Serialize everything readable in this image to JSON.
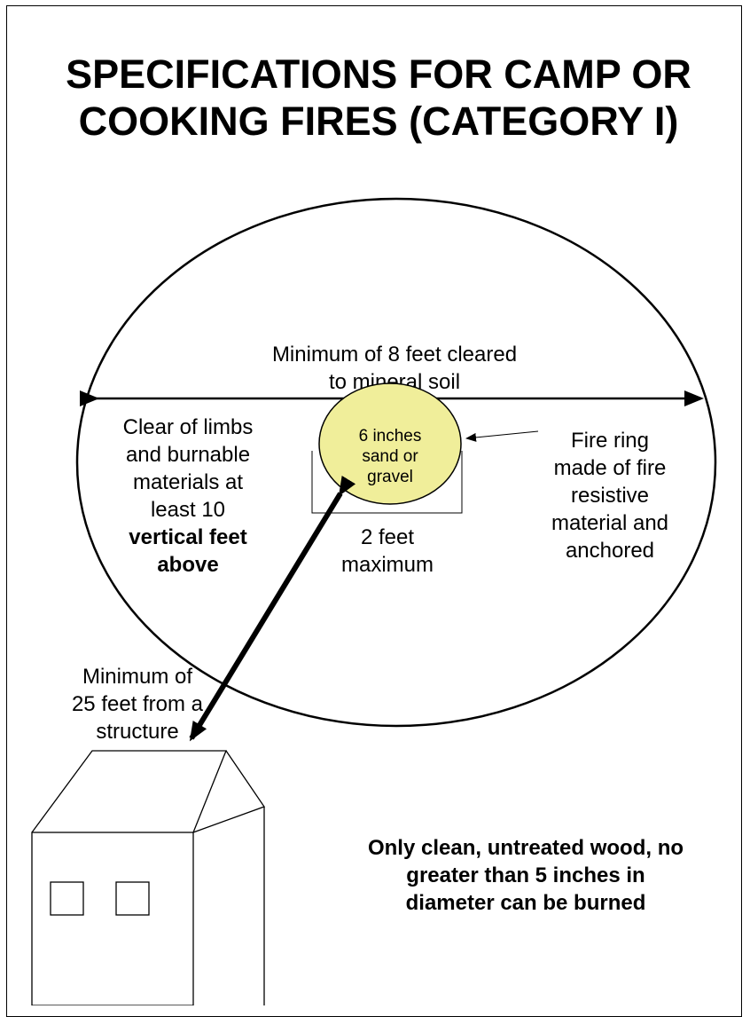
{
  "title": {
    "line1": "SPECIFICATIONS FOR CAMP OR",
    "line2": "COOKING FIRES (CATEGORY I)"
  },
  "clearance": {
    "line1": "Minimum of 8 feet cleared",
    "line2": "to mineral soil"
  },
  "limbs": {
    "line1": "Clear of limbs",
    "line2": "and burnable",
    "line3": "materials at",
    "line4": "least 10",
    "line5": "vertical feet",
    "line6": "above"
  },
  "fire_pit": {
    "line1": "6 inches",
    "line2": "sand or",
    "line3": "gravel",
    "fill_color": "#f0ee9a"
  },
  "ring_width": {
    "line1": "2 feet",
    "line2": "maximum"
  },
  "fire_ring": {
    "line1": "Fire ring",
    "line2": "made of fire",
    "line3": "resistive",
    "line4": "material and",
    "line5": "anchored"
  },
  "structure_distance": {
    "line1": "Minimum of",
    "line2": "25 feet from a",
    "line3": "structure"
  },
  "wood_rule": {
    "line1": "Only clean, untreated wood, no",
    "line2": "greater than 5 inches in",
    "line3": "diameter can be burned"
  }
}
